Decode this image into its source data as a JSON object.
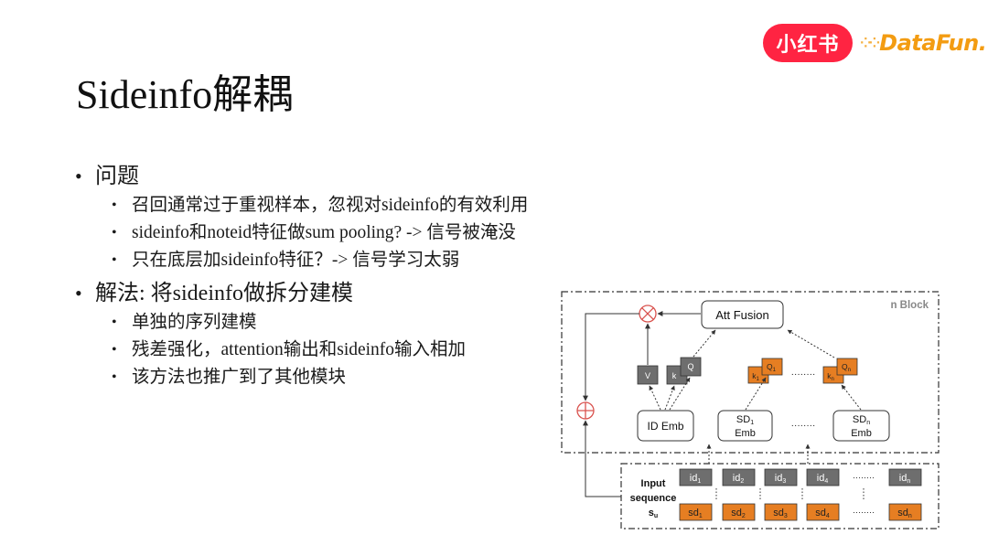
{
  "slide": {
    "title": "Sideinfo解耦",
    "logos": {
      "xiaohongshu": "小红书",
      "datafun": "DataFun."
    },
    "sections": [
      {
        "heading": "问题",
        "items": [
          "召回通常过于重视样本，忽视对sideinfo的有效利用",
          "sideinfo和noteid特征做sum pooling? -> 信号被淹没",
          "只在底层加sideinfo特征？-> 信号学习太弱"
        ]
      },
      {
        "heading": "解法: 将sideinfo做拆分建模",
        "items": [
          "单独的序列建模",
          "残差强化，attention输出和sideinfo输入相加",
          "该方法也推广到了其他模块"
        ]
      }
    ]
  },
  "diagram": {
    "block_label": "n Block",
    "att_fusion": "Att Fusion",
    "id_emb": "ID Emb",
    "sd1_emb": [
      "SD",
      "1",
      "Emb"
    ],
    "sdn_emb": [
      "SD",
      "n",
      "Emb"
    ],
    "v_label": "V",
    "k_label": "k",
    "q_label": "Q",
    "k1_label": [
      "k",
      "1"
    ],
    "q1_label": [
      "Q",
      "1"
    ],
    "kn_label": [
      "k",
      "n"
    ],
    "qn_label": [
      "Q",
      "n"
    ],
    "ellipsis": "········",
    "input_label": [
      "Input",
      "sequence",
      "s",
      "u"
    ],
    "id_row": [
      [
        "id",
        "1"
      ],
      [
        "id",
        "2"
      ],
      [
        "id",
        "3"
      ],
      [
        "id",
        "4"
      ],
      [
        "id",
        "n"
      ]
    ],
    "sd_row": [
      [
        "sd",
        "1"
      ],
      [
        "sd",
        "2"
      ],
      [
        "sd",
        "3"
      ],
      [
        "sd",
        "4"
      ],
      [
        "sd",
        "n"
      ]
    ],
    "colors": {
      "gray": "#6e6e6e",
      "orange": "#e67e22",
      "multiply": "#d9534f",
      "plus": "#d9534f"
    }
  }
}
